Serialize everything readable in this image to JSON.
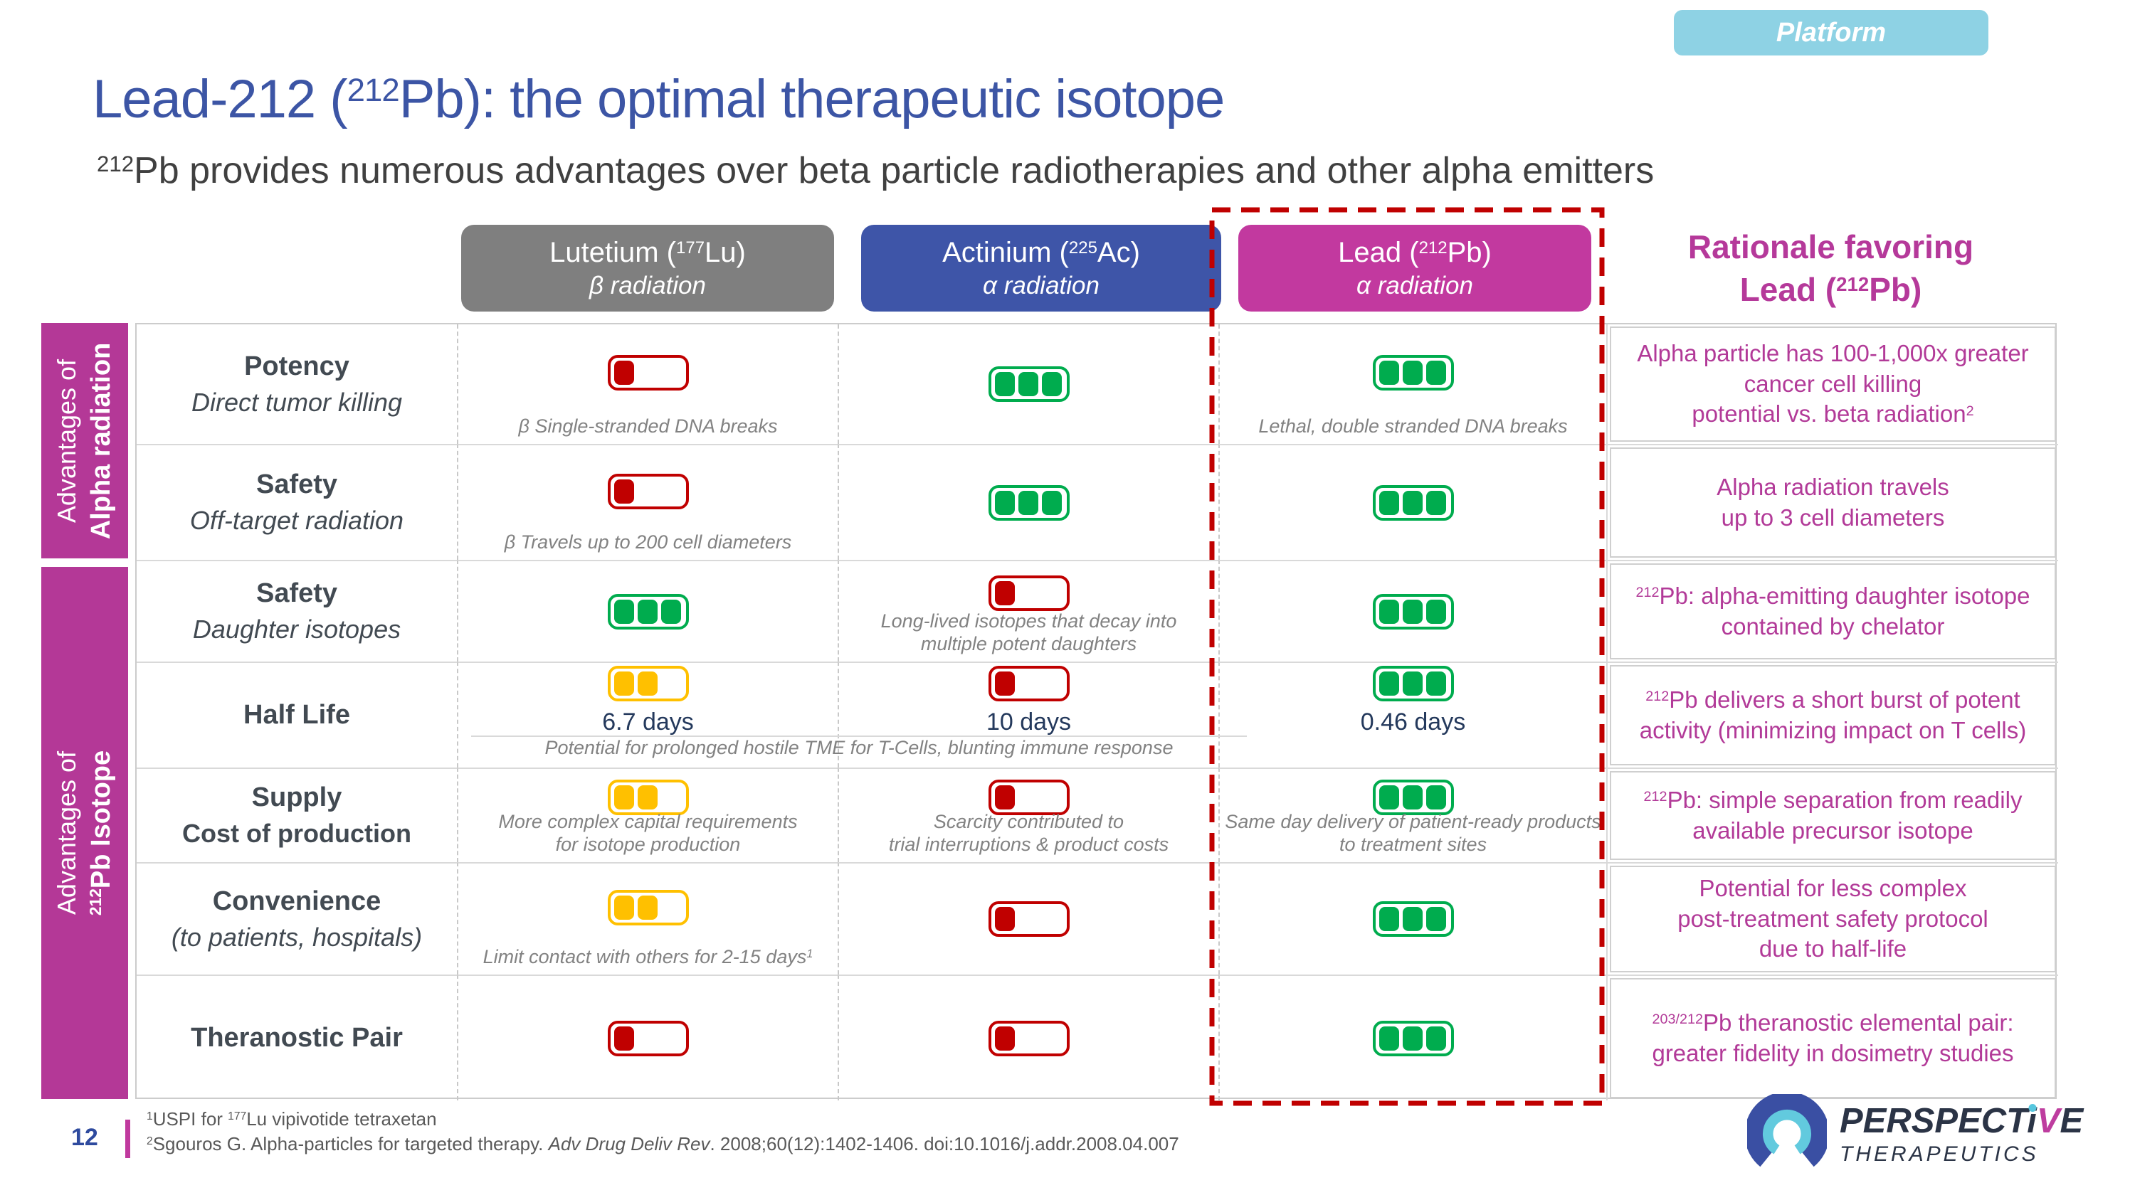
{
  "badge": {
    "label": "Platform"
  },
  "title": {
    "pre": "Lead-212 (",
    "sup": "212",
    "post": "Pb): the optimal therapeutic isotope"
  },
  "subtitle": {
    "sup": "212",
    "text": "Pb provides numerous advantages over beta particle radiotherapies and other alpha emitters"
  },
  "columns": [
    {
      "id": "lutetium",
      "pre": "Lutetium (",
      "sup": "177",
      "post": "Lu)",
      "sub": "β radiation",
      "color": "#7f7f7f"
    },
    {
      "id": "actinium",
      "pre": "Actinium (",
      "sup": "225",
      "post": "Ac)",
      "sub": "α radiation",
      "color": "#3e55a8"
    },
    {
      "id": "lead",
      "pre": "Lead (",
      "sup": "212",
      "post": "Pb)",
      "sub": "α radiation",
      "color": "#c2399f"
    }
  ],
  "rationale_header": {
    "line1": "Rationale favoring",
    "pre": "Lead (",
    "sup": "212",
    "post": "Pb)"
  },
  "side_bars": [
    {
      "line1": "Advantages of",
      "sup": "",
      "line2": "Alpha radiation"
    },
    {
      "line1": "Advantages of",
      "sup": "212",
      "line2": "Pb Isotope"
    }
  ],
  "rows": [
    {
      "label": "Potency",
      "sublabel": "Direct tumor killing",
      "cells": [
        {
          "rating": {
            "color": "red",
            "count": 1
          },
          "note": "β  Single-stranded DNA breaks"
        },
        {
          "rating": {
            "color": "green",
            "count": 3
          }
        },
        {
          "rating": {
            "color": "green",
            "count": 3
          },
          "note": "Lethal, double stranded DNA breaks"
        }
      ],
      "rationale": {
        "sup_start": "",
        "text": "Alpha particle has 100-1,000x greater\ncancer cell killing\npotential vs. beta radiation",
        "sup_end": "2"
      }
    },
    {
      "label": "Safety",
      "sublabel": "Off-target radiation",
      "cells": [
        {
          "rating": {
            "color": "red",
            "count": 1
          },
          "note": "β  Travels up to 200 cell diameters"
        },
        {
          "rating": {
            "color": "green",
            "count": 3
          }
        },
        {
          "rating": {
            "color": "green",
            "count": 3
          }
        }
      ],
      "rationale": {
        "sup_start": "",
        "text": "Alpha radiation travels\nup to 3 cell diameters",
        "sup_end": ""
      }
    },
    {
      "label": "Safety",
      "sublabel": "Daughter isotopes",
      "cells": [
        {
          "rating": {
            "color": "green",
            "count": 3
          }
        },
        {
          "rating": {
            "color": "red",
            "count": 1
          },
          "note": "Long-lived isotopes that decay into\nmultiple potent daughters"
        },
        {
          "rating": {
            "color": "green",
            "count": 3
          }
        }
      ],
      "rationale": {
        "sup_start": "212",
        "text": "Pb: alpha-emitting daughter isotope\ncontained by chelator",
        "sup_end": ""
      }
    },
    {
      "label": "Half Life",
      "sublabel": "",
      "cells": [
        {
          "rating": {
            "color": "yellow",
            "count": 2
          },
          "value": "6.7 days"
        },
        {
          "rating": {
            "color": "red",
            "count": 1
          },
          "value": "10 days"
        },
        {
          "rating": {
            "color": "green",
            "count": 3
          },
          "value": "0.46 days"
        }
      ],
      "span_note": "Potential for prolonged hostile TME for T-Cells, blunting immune response",
      "rationale": {
        "sup_start": "212",
        "text": "Pb delivers a short burst of potent\nactivity (minimizing impact on T cells)",
        "sup_end": ""
      }
    },
    {
      "label": "Supply",
      "sublabel": "Cost of production",
      "cells": [
        {
          "rating": {
            "color": "yellow",
            "count": 2
          },
          "note": "More complex capital requirements\nfor isotope production"
        },
        {
          "rating": {
            "color": "red",
            "count": 1
          },
          "note": "Scarcity contributed to\ntrial interruptions & product costs"
        },
        {
          "rating": {
            "color": "green",
            "count": 3
          },
          "note": "Same day delivery of patient-ready products\nto treatment sites"
        }
      ],
      "rationale": {
        "sup_start": "212",
        "text": "Pb: simple separation from readily\navailable precursor isotope",
        "sup_end": ""
      }
    },
    {
      "label": "Convenience",
      "sublabel": "(to patients, hospitals)",
      "cells": [
        {
          "rating": {
            "color": "yellow",
            "count": 2
          },
          "note": "Limit contact with others for 2-15 days",
          "note_sup": "1"
        },
        {
          "rating": {
            "color": "red",
            "count": 1
          }
        },
        {
          "rating": {
            "color": "green",
            "count": 3
          }
        }
      ],
      "rationale": {
        "sup_start": "",
        "text": "Potential for less complex\npost-treatment safety protocol\ndue to half-life",
        "sup_end": ""
      }
    },
    {
      "label": "Theranostic Pair",
      "sublabel": "",
      "cells": [
        {
          "rating": {
            "color": "red",
            "count": 1
          }
        },
        {
          "rating": {
            "color": "red",
            "count": 1
          }
        },
        {
          "rating": {
            "color": "green",
            "count": 3
          }
        }
      ],
      "rationale": {
        "sup_start": "203/212",
        "text": "Pb theranostic elemental pair:\ngreater fidelity in dosimetry studies",
        "sup_end": ""
      }
    }
  ],
  "footer": {
    "page": "12",
    "notes": [
      {
        "sup": "1",
        "pre": "USPI for ",
        "sup2": "177",
        "mid": "Lu vipivotide tetraxetan",
        "italic": "",
        "post": ""
      },
      {
        "sup": "2",
        "pre": "Sgouros G. Alpha-particles for targeted therapy. ",
        "sup2": "",
        "mid": "",
        "italic": "Adv Drug Deliv Rev",
        "post": ". 2008;60(12):1402-1406. doi:10.1016/j.addr.2008.04.007"
      }
    ]
  },
  "logo": {
    "main_1": "PERSPECT",
    "main_i": "i",
    "main_v": "V",
    "main_e": "E",
    "sub": "THERAPEUTICS"
  },
  "colors": {
    "title_blue": "#3c55a5",
    "magenta": "#b5399a",
    "lead_header": "#c2399f",
    "actinium_blue": "#3e55a8",
    "lutetium_gray": "#7f7f7f",
    "badge_cyan": "#8ed2e4",
    "rating_green": "#00ac4e",
    "rating_yellow": "#ffc000",
    "rating_red": "#c00000",
    "dashed_red": "#c00000",
    "note_gray": "#828282",
    "value_navy": "#24395c",
    "page_blue": "#2e4a9e"
  }
}
